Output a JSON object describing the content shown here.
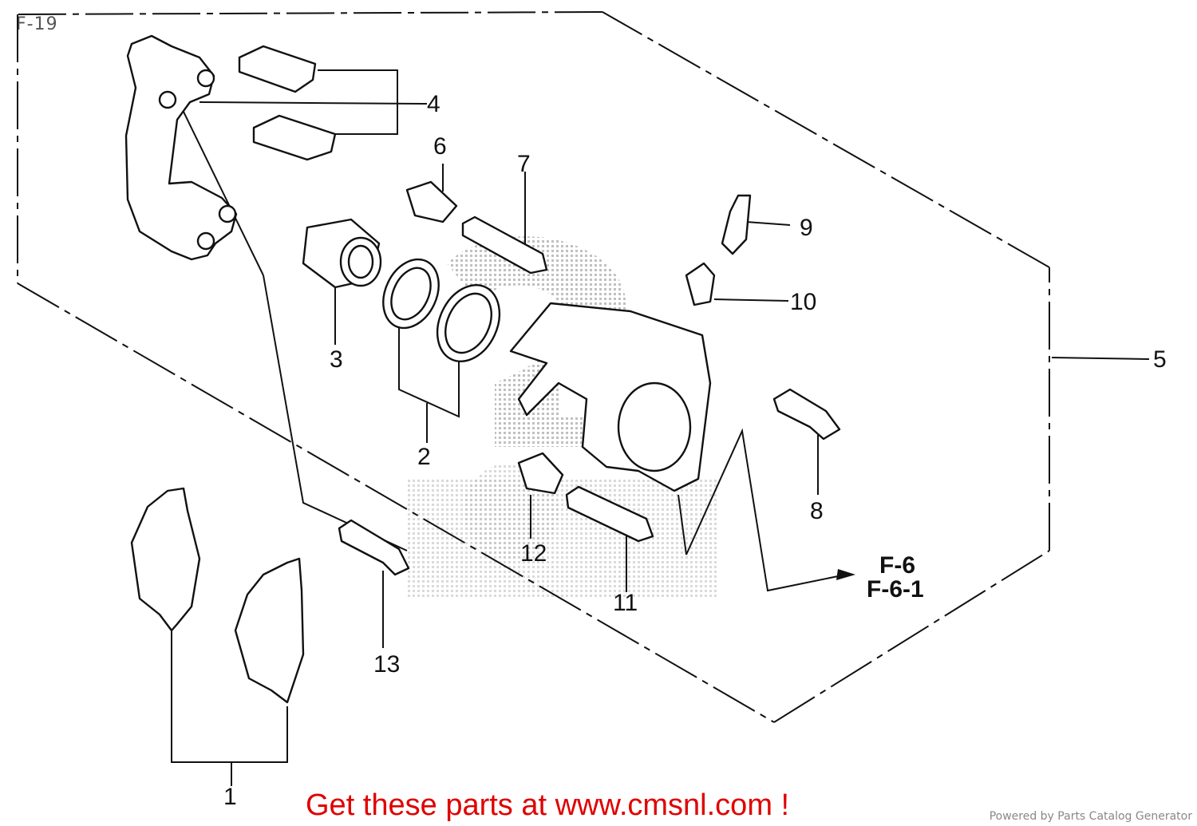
{
  "diagram": {
    "page_code": "F-19",
    "promo_text": "Get these parts at www.cmsnl.com !",
    "footer_text": "Powered by Parts Catalog Generator",
    "callouts": {
      "c1": "1",
      "c2": "2",
      "c3": "3",
      "c4": "4",
      "c5": "5",
      "c6": "6",
      "c7": "7",
      "c8": "8",
      "c9": "9",
      "c10": "10",
      "c11": "11",
      "c12": "12",
      "c13": "13"
    },
    "refs": {
      "r1": "F-6",
      "r2": "F-6-1"
    },
    "colors": {
      "promo": "#e00000",
      "ink": "#111111",
      "watermark": "#bdbdbd"
    }
  }
}
